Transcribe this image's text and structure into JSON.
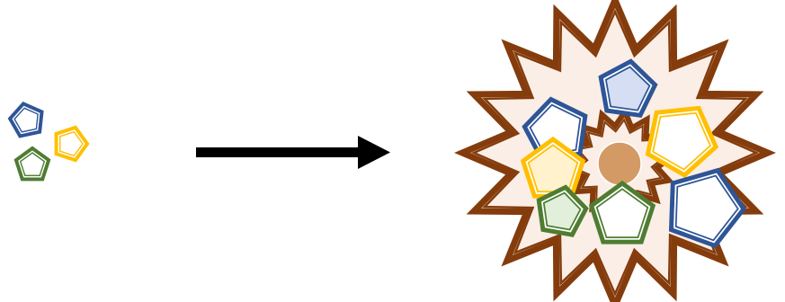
{
  "colors": {
    "blue": "#2e5597",
    "blue_fill": "#d5def2",
    "gold": "#ffbf00",
    "gold_fill": "#fff2cc",
    "green": "#4e7d31",
    "green_fill": "#e2efda",
    "brown": "#843c0c",
    "burst_fill": "#fbeee6",
    "core": "#d49a66",
    "arrow": "#000000",
    "white": "#ffffff"
  },
  "icons": {
    "outer_burst": "starburst-icon",
    "inner_burst": "small-starburst-icon",
    "core": "circle-icon",
    "shape": "pentagon-icon",
    "arrow": "right-arrow-icon"
  },
  "left_group": [
    {
      "color": "blue",
      "fill": "white"
    },
    {
      "color": "gold",
      "fill": "white"
    },
    {
      "color": "green",
      "fill": "white"
    }
  ],
  "right_group": [
    {
      "color": "blue",
      "fill": "blue_fill"
    },
    {
      "color": "blue",
      "fill": "white"
    },
    {
      "color": "gold",
      "fill": "white"
    },
    {
      "color": "gold",
      "fill": "gold_fill"
    },
    {
      "color": "green",
      "fill": "green_fill"
    },
    {
      "color": "green",
      "fill": "white"
    },
    {
      "color": "blue",
      "fill": "white"
    }
  ]
}
